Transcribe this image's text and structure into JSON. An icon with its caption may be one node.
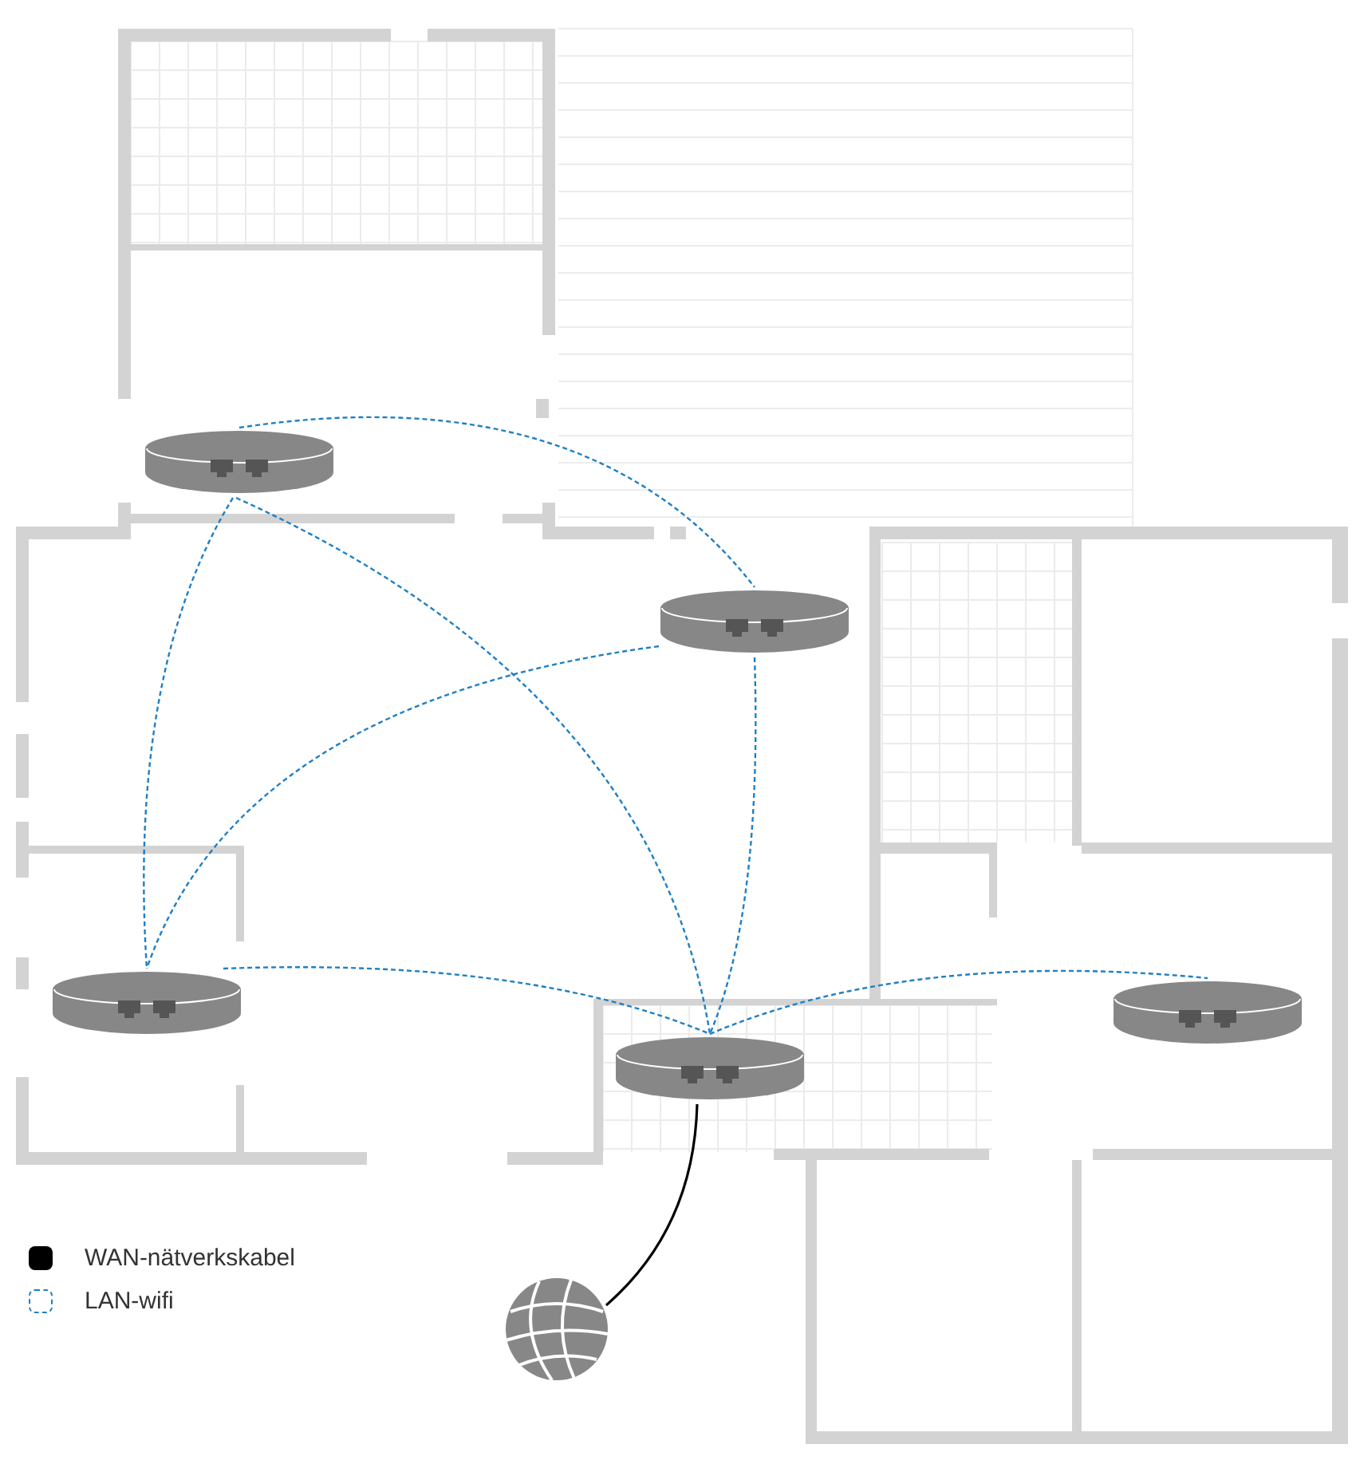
{
  "diagram": {
    "nodes": [
      {
        "text": [],
        "shape": "cylinder"
      },
      {
        "text": [],
        "shape": "cylinder"
      },
      {
        "text": [],
        "shape": "cylinder"
      },
      {
        "text": [],
        "shape": "cylinder"
      },
      {
        "text": [],
        "shape": "cylinder"
      },
      {
        "text": [],
        "shape": "picture"
      }
    ],
    "edges": [
      {
        "from": 0,
        "to": 1,
        "arrow": "none",
        "style": "dashed"
      },
      {
        "from": 0,
        "to": 2,
        "arrow": "none",
        "style": "dashed"
      },
      {
        "from": 0,
        "to": 3,
        "arrow": "none",
        "style": "dashed"
      },
      {
        "from": 1,
        "to": 2,
        "arrow": "none",
        "style": "dashed"
      },
      {
        "from": 1,
        "to": 3,
        "arrow": "none",
        "style": "dashed"
      },
      {
        "from": 2,
        "to": 3,
        "arrow": "none",
        "style": "dashed"
      },
      {
        "from": 3,
        "to": 4,
        "arrow": "none",
        "style": "dashed"
      },
      {
        "from": 5,
        "to": 3,
        "arrow": "none",
        "color": "#000000"
      }
    ],
    "legend": [
      {
        "text": "WAN-nätverkskabel",
        "color": "#000000"
      },
      {
        "text": "LAN-wifi"
      }
    ]
  }
}
